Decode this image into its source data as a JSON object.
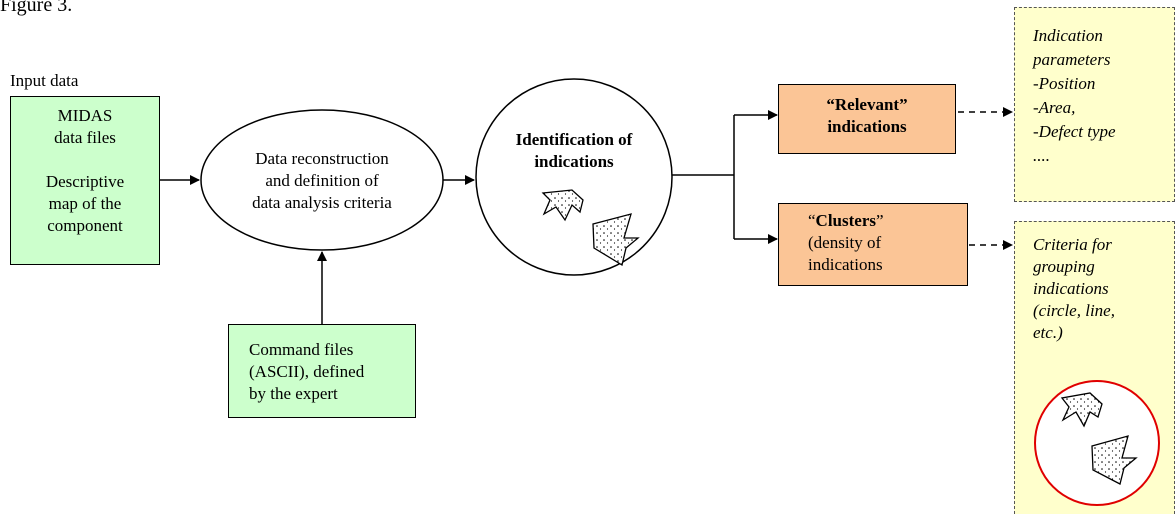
{
  "figure_label": "Figure 3.",
  "input_label": "Input data",
  "midas_box": {
    "line1": "MIDAS",
    "line2": "data files",
    "line3": "Descriptive",
    "line4": "map of the",
    "line5": "component"
  },
  "reconstruction_ellipse": {
    "line1": "Data reconstruction",
    "line2": "and definition of",
    "line3": "data analysis criteria"
  },
  "identification_circle": {
    "line1": "Identification of",
    "line2": "indications"
  },
  "command_box": {
    "line1": "Command files",
    "line2": "(ASCII), defined",
    "line3": "by the expert"
  },
  "relevant_box": {
    "line1": "“Relevant”",
    "line2": "indications"
  },
  "clusters_box": {
    "line1_open": "“",
    "line1_bold": "Clusters",
    "line1_close": "”",
    "line2": "(density of",
    "line3": "indications"
  },
  "parameters_note": {
    "line1": "Indication",
    "line2": "parameters",
    "item1": "-Position",
    "item2": "-Area,",
    "item3": "-Defect type",
    "line_end": "...."
  },
  "criteria_note": {
    "line1": "Criteria for",
    "line2": "grouping",
    "line3": "indications",
    "line4": "(circle, line,",
    "line5": "etc.)"
  },
  "colors": {
    "green_box": "#ccffcc",
    "orange_box": "#fbc596",
    "note_bg": "#ffffcc",
    "red_circle": "#e00000"
  }
}
